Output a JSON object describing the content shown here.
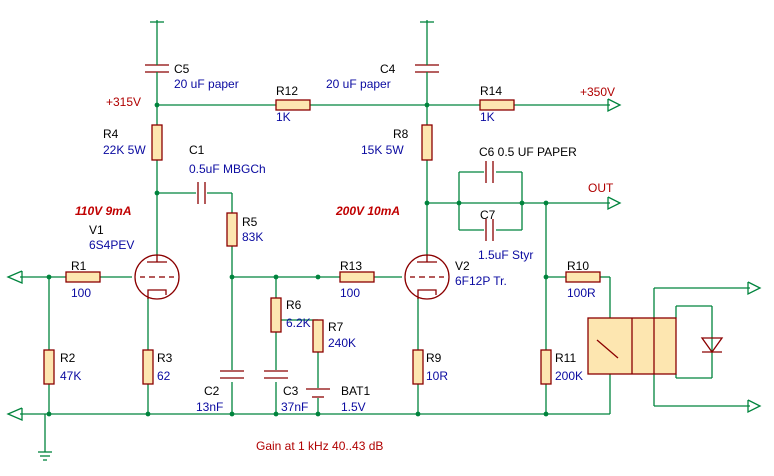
{
  "labels": {
    "c5_ref": "C5",
    "c5_val": "20 uF paper",
    "c4_ref": "C4",
    "c4_val": "20 uF paper",
    "v315": "+315V",
    "v350": "+350V",
    "r12_ref": "R12",
    "r12_val": "1K",
    "r14_ref": "R14",
    "r14_val": "1K",
    "r4_ref": "R4",
    "r4_val": "22K 5W",
    "c1_ref": "C1",
    "c1_val": "0.5uF MBGCh",
    "r8_ref": "R8",
    "r8_val": "15K 5W",
    "c6_label": "C6 0.5 UF PAPER",
    "out": "OUT",
    "v1_note": "110V 9mA",
    "v2_note": "200V 10mA",
    "r5_ref": "R5",
    "r5_val": "83K",
    "c7_ref": "C7",
    "c7_val": "1.5uF Styr",
    "v1_ref": "V1",
    "v1_val": "6S4PEV",
    "r1_ref": "R1",
    "r1_val": "100",
    "r13_ref": "R13",
    "r13_val": "100",
    "v2_ref": "V2",
    "v2_val": "6F12P Tr.",
    "r10_ref": "R10",
    "r10_val": "100R",
    "r6_ref": "R6",
    "r6_val": "6.2K",
    "r7_ref": "R7",
    "r7_val": "240K",
    "r2_ref": "R2",
    "r2_val": "47K",
    "r3_ref": "R3",
    "r3_val": "62",
    "r9_ref": "R9",
    "r9_val": "10R",
    "r11_ref": "R11",
    "r11_val": "200K",
    "c2_ref": "C2",
    "c2_val": "13nF",
    "c3_ref": "C3",
    "c3_val": "37nF",
    "bat1_ref": "BAT1",
    "bat1_val": "1.5V",
    "gain": "Gain at 1 kHz 40..43 dB"
  }
}
